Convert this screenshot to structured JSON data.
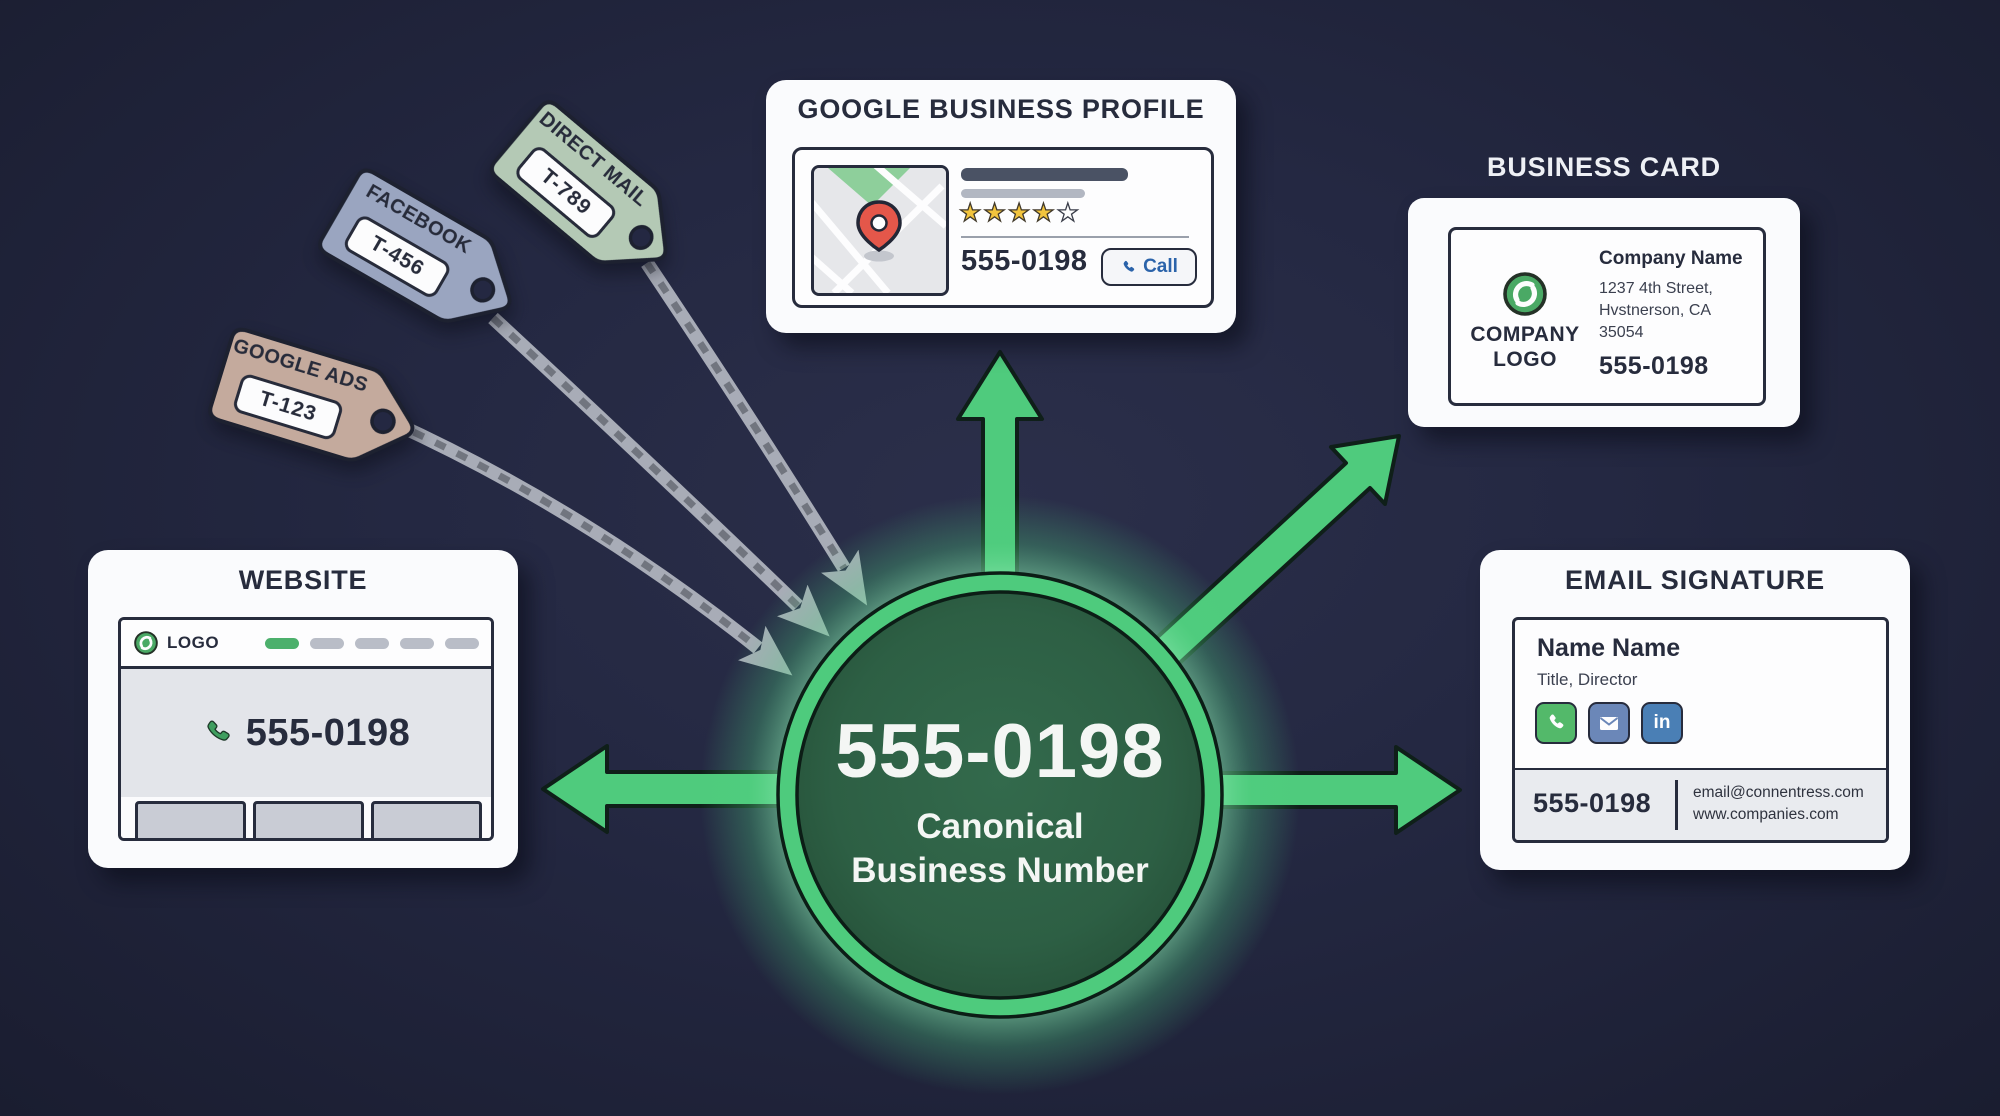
{
  "center_node": {
    "phone_number": "555-0198",
    "caption_line1": "Canonical",
    "caption_line2": "Business Number"
  },
  "cards": {
    "google_business_profile": {
      "title": "GOOGLE BUSINESS PROFILE",
      "phone_number": "555-0198",
      "call_button_label": "Call",
      "rating_stars_filled": "★★★★",
      "rating_stars_empty": "★",
      "rating_value": 4,
      "rating_max": 5
    },
    "business_card": {
      "title": "BUSINESS CARD",
      "logo_caption_line1": "COMPANY",
      "logo_caption_line2": "LOGO",
      "company_name": "Company Name",
      "address_line1": "1237 4th Street,",
      "address_line2": "Hvstnerson, CA",
      "address_line3": "35054",
      "phone_number": "555-0198"
    },
    "email_signature": {
      "title": "EMAIL SIGNATURE",
      "name": "Name Name",
      "job_title": "Title, Director",
      "linkedin_label": "in",
      "phone_number": "555-0198",
      "email": "email@connentress.com",
      "website_url": "www.companies.com"
    },
    "website": {
      "title": "WEBSITE",
      "logo_label": "LOGO",
      "phone_number": "555-0198"
    }
  },
  "tracking_tags": [
    {
      "label": "GOOGLE ADS",
      "code": "T-123",
      "color": "#c4aa9d"
    },
    {
      "label": "FACEBOOK",
      "code": "T-456",
      "color": "#9aa5c0"
    },
    {
      "label": "DIRECT MAIL",
      "code": "T-789",
      "color": "#b4c9b5"
    }
  ],
  "colors": {
    "background": "#242842",
    "accent_green": "#4fcb7d",
    "circle_fill": "#2d5f44",
    "star_gold": "#f2c43d",
    "call_blue": "#2b63aa",
    "string_gray": "#a8acb7"
  }
}
